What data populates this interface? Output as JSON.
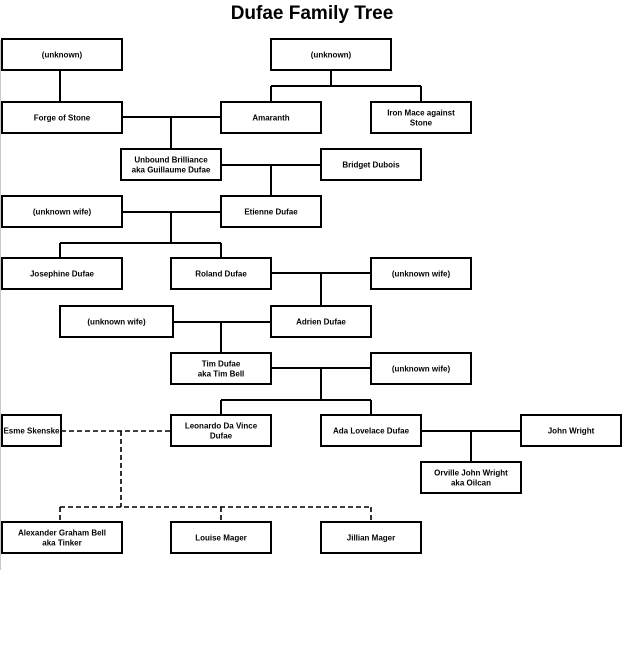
{
  "title": "Dufae Family Tree",
  "people": {
    "unknown_1": [
      "(unknown)"
    ],
    "unknown_2": [
      "(unknown)"
    ],
    "forge_of_stone": [
      "Forge of Stone"
    ],
    "amaranth": [
      "Amaranth"
    ],
    "iron_mace": [
      "Iron Mace against",
      "Stone"
    ],
    "unbound_brilliance": [
      "Unbound Brilliance",
      "aka Guillaume Dufae"
    ],
    "bridget_dubois": [
      "Bridget Dubois"
    ],
    "unknown_wife_1": [
      "(unknown wife)"
    ],
    "etienne_dufae": [
      "Etienne Dufae"
    ],
    "josephine_dufae": [
      "Josephine Dufae"
    ],
    "roland_dufae": [
      "Roland Dufae"
    ],
    "unknown_wife_2": [
      "(unknown wife)"
    ],
    "unknown_wife_3": [
      "(unknown wife)"
    ],
    "adrien_dufae": [
      "Adrien Dufae"
    ],
    "tim_dufae": [
      "Tim Dufae",
      "aka Tim Bell"
    ],
    "unknown_wife_4": [
      "(unknown wife)"
    ],
    "esme_skenske": [
      "Esme Skenske"
    ],
    "leonardo": [
      "Leonardo Da Vince",
      "Dufae"
    ],
    "ada_lovelace": [
      "Ada Lovelace Dufae"
    ],
    "john_wright": [
      "John Wright"
    ],
    "orville": [
      "Orville John Wright",
      "aka Oilcan"
    ],
    "alexander_graham_bell": [
      "Alexander Graham Bell",
      "aka Tinker"
    ],
    "louise_mager": [
      "Louise Mager"
    ],
    "jillian_mager": [
      "Jillian Mager"
    ]
  }
}
